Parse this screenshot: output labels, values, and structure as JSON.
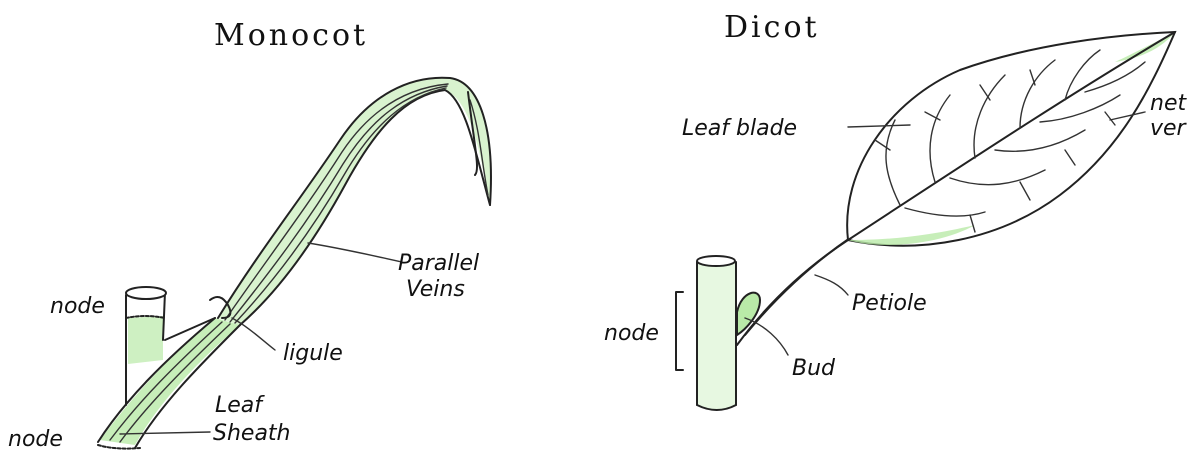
{
  "monocot": {
    "title": "Monocot",
    "labels": {
      "parallel_veins_line1": "Parallel",
      "parallel_veins_line2": "Veins",
      "ligule": "ligule",
      "node_upper": "node",
      "node_lower": "node",
      "leaf_sheath_line1": "Leaf",
      "leaf_sheath_line2": "Sheath"
    }
  },
  "dicot": {
    "title": "Dicot",
    "labels": {
      "leaf_blade": "Leaf blade",
      "net_veins_line1": "net",
      "net_veins_line2": "ver",
      "petiole": "Petiole",
      "bud": "Bud",
      "node": "node"
    }
  },
  "colors": {
    "leaf_green": "#b9eaa8",
    "ink": "#222222",
    "background": "#ffffff"
  }
}
